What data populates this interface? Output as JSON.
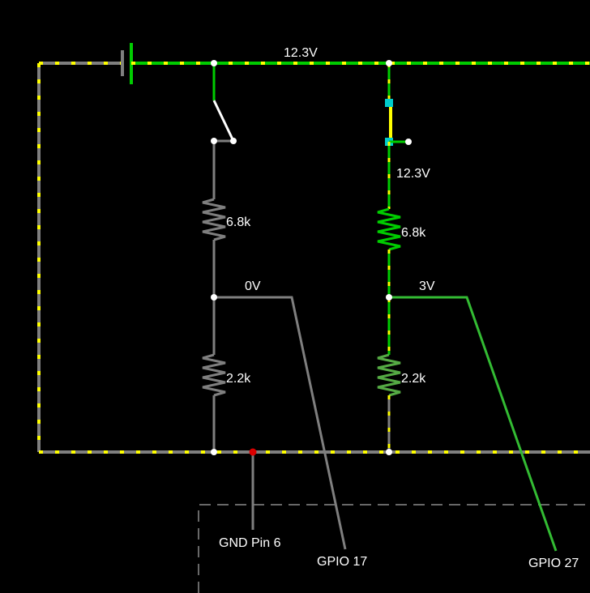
{
  "colors": {
    "background": "#000000",
    "wire_idle": "#7f7f7f",
    "wire_live": "#00cc00",
    "wire_signal": "#33bb33",
    "current_dots": "#ffff00",
    "node": "#ffffff",
    "ground_probe": "#dd0000",
    "switch_pad": "#00cccc",
    "board_outline": "#8a8a8a"
  },
  "labels": {
    "supply_voltage": "12.3V",
    "push_button_voltage": "12.3V",
    "left_divider_top": "6.8k",
    "left_divider_bottom": "2.2k",
    "right_divider_top": "6.8k",
    "right_divider_bottom": "2.2k",
    "left_mid_voltage": "0V",
    "right_mid_voltage": "3V",
    "gnd_pin": "GND Pin 6",
    "gpio_left": "GPIO 17",
    "gpio_right": "GPIO 27"
  },
  "icons": {
    "battery": "battery-icon",
    "toggle_switch": "toggle-switch-icon",
    "push_switch": "push-switch-icon"
  }
}
